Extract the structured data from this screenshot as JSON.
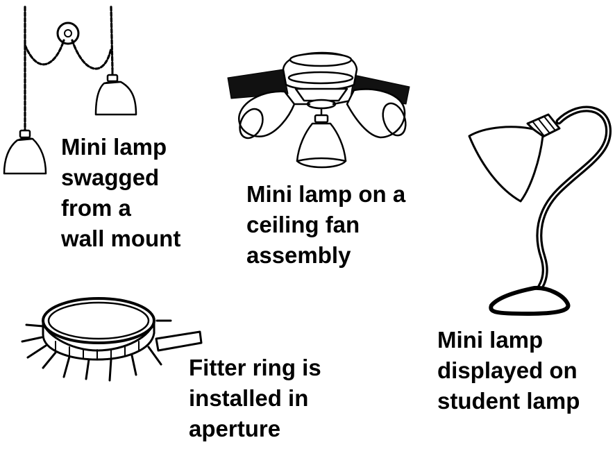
{
  "captions": {
    "wall_mount": [
      "Mini lamp",
      "swagged",
      "from a",
      "wall mount"
    ],
    "ceiling_fan": [
      "Mini lamp on a",
      "ceiling fan",
      "assembly"
    ],
    "fitter_ring": [
      "Fitter ring is",
      "installed in",
      "aperture"
    ],
    "student_lamp": [
      "Mini lamp",
      "displayed on",
      "student lamp"
    ]
  }
}
